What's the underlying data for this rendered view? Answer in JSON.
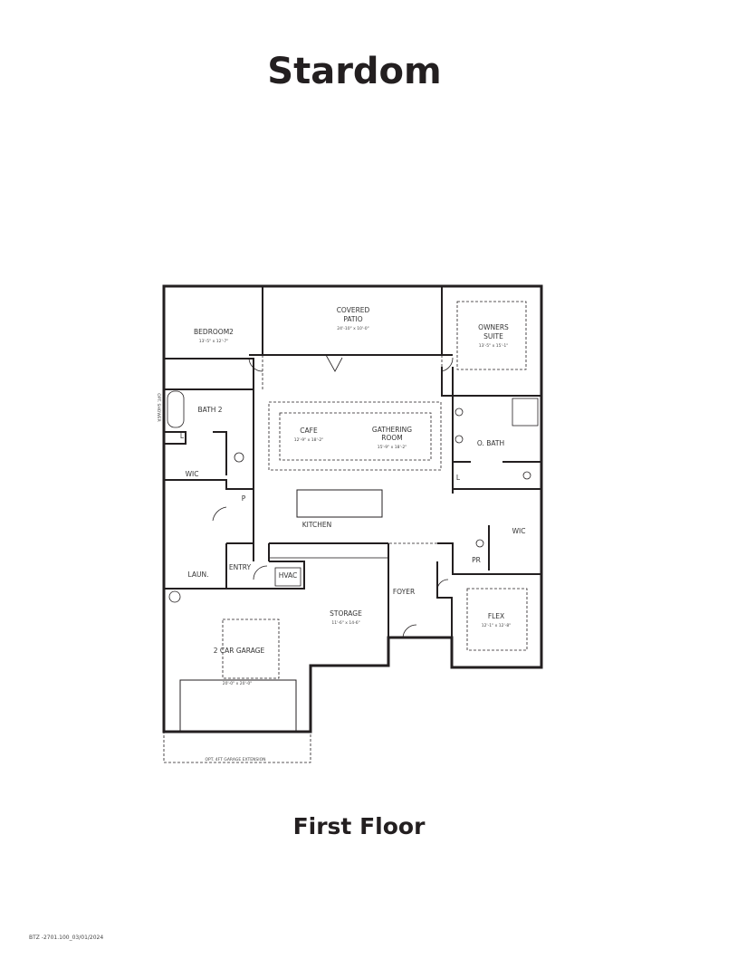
{
  "title": "Stardom",
  "floor_label": "First Floor",
  "footer_code": "BTZ -2701.100_03/01/2024",
  "rooms": {
    "bedroom2": {
      "name": "BEDROOM2",
      "dims": "13'-5\" x 12'-7\""
    },
    "patio": {
      "name1": "COVERED",
      "name2": "PATIO",
      "dims": "24'-10\" x 10'-0\""
    },
    "owners": {
      "name1": "OWNERS",
      "name2": "SUITE",
      "dims": "13'-5\" x 15'-1\""
    },
    "bath2": {
      "name": "BATH 2"
    },
    "cafe": {
      "name": "CAFE",
      "dims": "12'-9\" x 18'-2\""
    },
    "gathering": {
      "name1": "GATHERING",
      "name2": "ROOM",
      "dims": "15'-9\" x 18'-2\""
    },
    "obath": {
      "name": "O. BATH"
    },
    "wic_left": {
      "name": "WIC"
    },
    "wic_right": {
      "name": "WIC"
    },
    "linen_left": {
      "name": "L"
    },
    "linen_right": {
      "name": "L"
    },
    "pantry": {
      "name": "P"
    },
    "kitchen": {
      "name": "KITCHEN"
    },
    "laundry": {
      "name": "LAUN."
    },
    "entry": {
      "name": "ENTRY"
    },
    "hvac": {
      "name": "HVAC"
    },
    "powder": {
      "name": "PR"
    },
    "foyer": {
      "name": "FOYER"
    },
    "storage": {
      "name": "STORAGE",
      "dims": "11'-6\" x 14-6\""
    },
    "flex": {
      "name": "FLEX",
      "dims": "12'-1\" x 12'-8\""
    },
    "garage": {
      "name": "2 CAR GARAGE",
      "dims": "20'-0\" x 20'-0\""
    },
    "garage_ext": {
      "name": "OPT. 4FT GARAGE EXTENSION"
    },
    "opt_shower": {
      "name": "OPT. SHOWER"
    }
  }
}
